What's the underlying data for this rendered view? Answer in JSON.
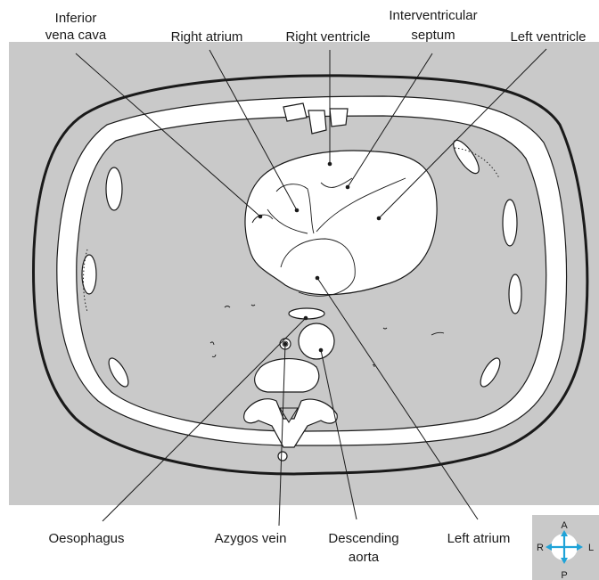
{
  "labels": {
    "inferior_vena_cava": [
      "Inferior",
      "vena cava"
    ],
    "right_atrium": "Right atrium",
    "right_ventricle": "Right ventricle",
    "interventricular_septum": [
      "Interventricular",
      "septum"
    ],
    "left_ventricle": "Left ventricle",
    "oesophagus": "Oesophagus",
    "azygos_vein": "Azygos vein",
    "descending_aorta": [
      "Descending",
      "aorta"
    ],
    "left_atrium": "Left atrium"
  },
  "orientation": {
    "anterior": "A",
    "posterior": "P",
    "right": "R",
    "left": "L"
  },
  "colors": {
    "background_panel": "#c9c9c9",
    "ink": "#1a1a1a",
    "tissue": "#ffffff",
    "orientation_arrows": "#1fa3d8",
    "orientation_panel": "#c9c9c9"
  }
}
